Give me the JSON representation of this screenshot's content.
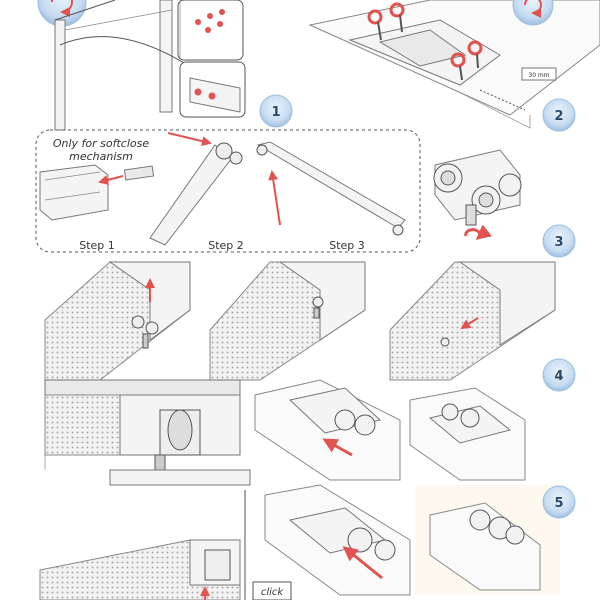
{
  "steps": [
    "1",
    "2",
    "3",
    "4",
    "5"
  ],
  "softclose_note": [
    "Only for softclose",
    "mechanism"
  ],
  "sub_steps": [
    "Step 1",
    "Step 2",
    "Step 3"
  ],
  "measure_label": "30 mm",
  "click_label": "click",
  "colors": {
    "badge_fill": "#cfe3f5",
    "badge_ring": "#9bbfe0",
    "arrow_red": "#e0534f",
    "line_gray": "#555555"
  }
}
